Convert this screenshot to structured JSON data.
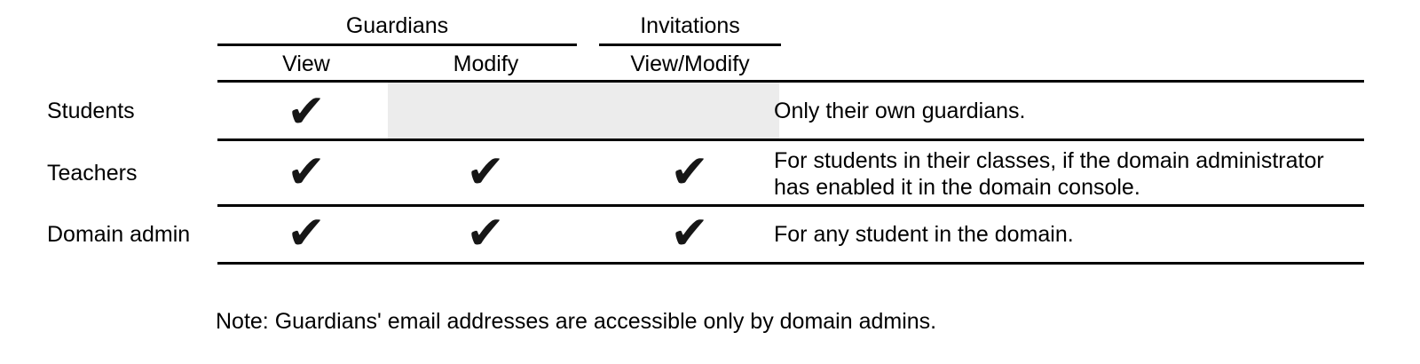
{
  "table": {
    "check_glyph": "✔",
    "column_groups": [
      {
        "label": "Guardians",
        "subcolumns": [
          "View",
          "Modify"
        ]
      },
      {
        "label": "Invitations",
        "subcolumns": [
          "View/Modify"
        ]
      }
    ],
    "rows": [
      {
        "label": "Students",
        "permissions": {
          "guardians_view": true,
          "guardians_modify": false,
          "invitations_view_modify": false
        },
        "note_lines": [
          "Only their own guardians."
        ]
      },
      {
        "label": "Teachers",
        "permissions": {
          "guardians_view": true,
          "guardians_modify": true,
          "invitations_view_modify": true
        },
        "note_lines": [
          "For students in their classes, if the domain administrator",
          "has enabled it in the domain console."
        ]
      },
      {
        "label": "Domain admin",
        "permissions": {
          "guardians_view": true,
          "guardians_modify": true,
          "invitations_view_modify": true
        },
        "note_lines": [
          "For any student in the domain."
        ]
      }
    ]
  },
  "footnote": "Note: Guardians' email addresses are accessible only by domain admins.",
  "colors": {
    "text": "#000000",
    "rule": "#000000",
    "check": "#161616",
    "disabled_cell_bg": "#ececec"
  }
}
